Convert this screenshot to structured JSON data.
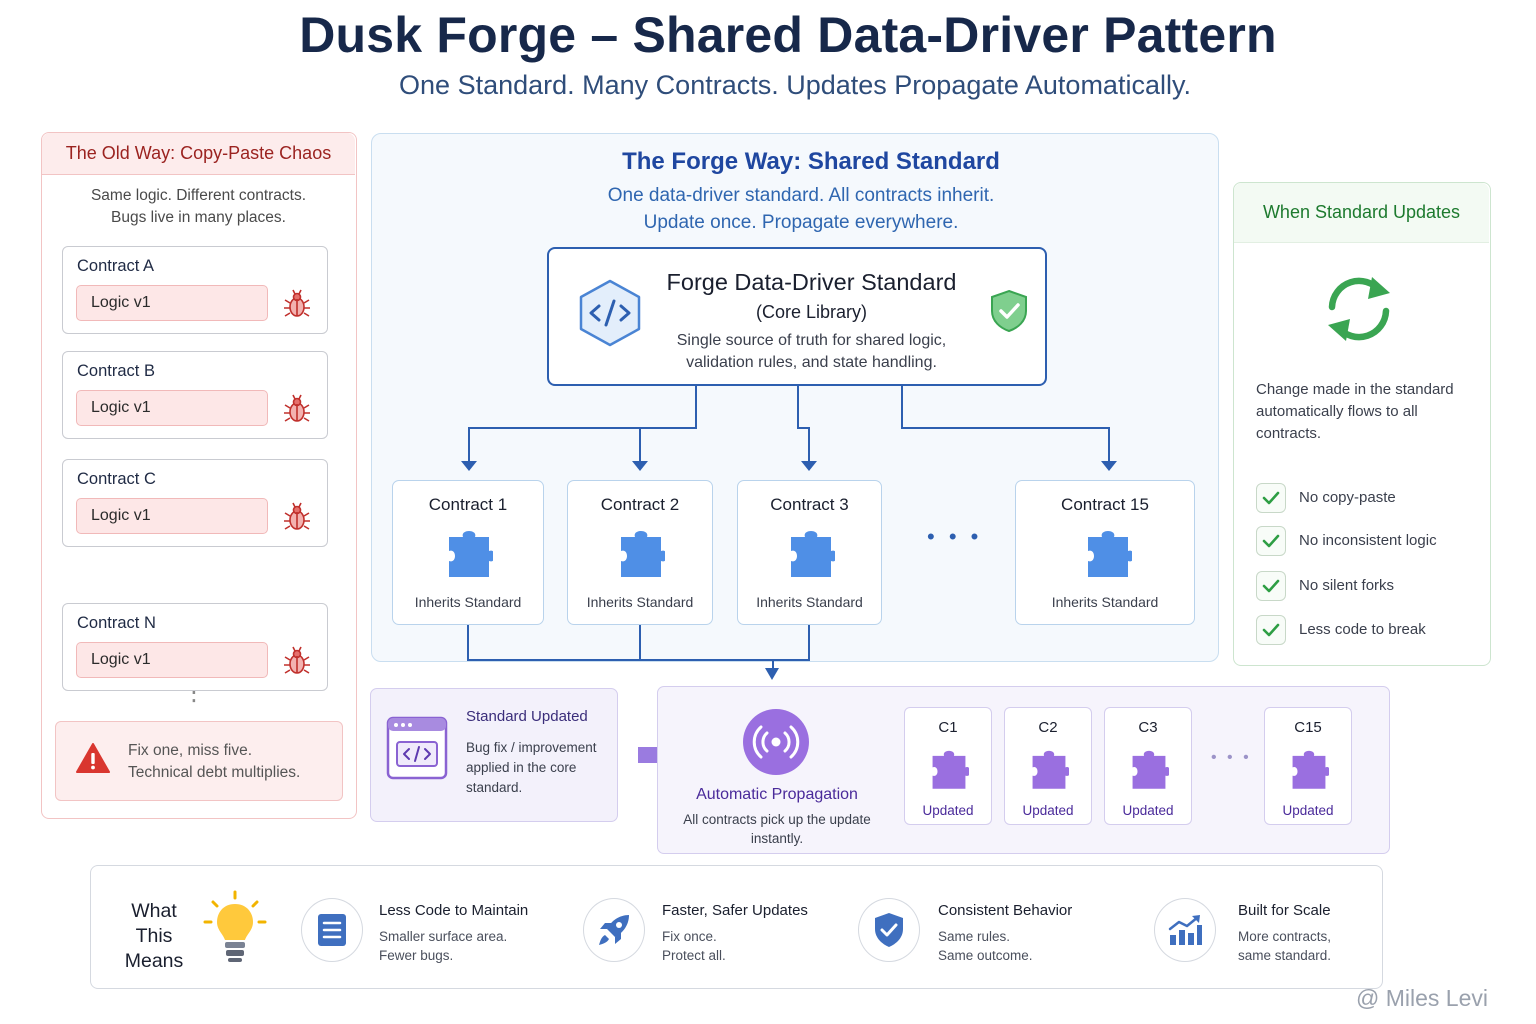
{
  "title": "Dusk Forge – Shared Data-Driver Pattern",
  "subtitle": "One Standard. Many Contracts. Updates Propagate Automatically.",
  "old_way": {
    "header": "The Old Way: Copy-Paste Chaos",
    "desc_line1": "Same logic. Different contracts.",
    "desc_line2": "Bugs live in many places.",
    "contracts": [
      {
        "name": "Contract A",
        "logic": "Logic v1"
      },
      {
        "name": "Contract B",
        "logic": "Logic v1"
      },
      {
        "name": "Contract C",
        "logic": "Logic v1"
      },
      {
        "name": "Contract N",
        "logic": "Logic v1"
      }
    ],
    "dots": "⋮",
    "warn_line1": "Fix one, miss five.",
    "warn_line2": "Technical debt multiplies.",
    "bug_icon": "bug-icon",
    "warn_icon": "warning-icon"
  },
  "forge_way": {
    "title": "The Forge Way: Shared Standard",
    "desc_line1": "One data-driver standard. All contracts inherit.",
    "desc_line2": "Update once. Propagate everywhere.",
    "core": {
      "title": "Forge Data-Driver Standard",
      "subtitle": "(Core Library)",
      "desc_line1": "Single source of truth for shared logic,",
      "desc_line2": "validation rules, and state handling.",
      "icon": "code-hexagon-icon",
      "badge_icon": "shield-check-icon"
    },
    "contracts": [
      {
        "name": "Contract 1",
        "label": "Inherits Standard"
      },
      {
        "name": "Contract 2",
        "label": "Inherits Standard"
      },
      {
        "name": "Contract 3",
        "label": "Inherits Standard"
      },
      {
        "name": "Contract 15",
        "label": "Inherits Standard"
      }
    ],
    "dots": "• • •",
    "accent": "#2d5fb0",
    "puzzle_color": "#4f8fe6"
  },
  "when_updates": {
    "header": "When Standard Updates",
    "desc": "Change made in the standard automatically flows to all contracts.",
    "icon": "sync-icon",
    "checks": [
      "No copy-paste",
      "No inconsistent logic",
      "No silent forks",
      "Less code to break"
    ],
    "check_color": "#2e9e44"
  },
  "standard_updated": {
    "title": "Standard Updated",
    "desc": "Bug fix / improvement applied in the core standard.",
    "icon": "code-window-icon"
  },
  "propagation": {
    "title": "Automatic Propagation",
    "desc": "All contracts pick up the update instantly.",
    "icon": "broadcast-icon",
    "contracts": [
      {
        "name": "C1",
        "status": "Updated"
      },
      {
        "name": "C2",
        "status": "Updated"
      },
      {
        "name": "C3",
        "status": "Updated"
      },
      {
        "name": "C15",
        "status": "Updated"
      }
    ],
    "dots": "• • •",
    "accent": "#8a63d2"
  },
  "what_this_means": {
    "label_line1": "What",
    "label_line2": "This",
    "label_line3": "Means",
    "features": [
      {
        "title": "Less Code to Maintain",
        "line1": "Smaller surface area.",
        "line2": "Fewer bugs.",
        "icon": "document-icon"
      },
      {
        "title": "Faster, Safer Updates",
        "line1": "Fix once.",
        "line2": "Protect all.",
        "icon": "rocket-icon"
      },
      {
        "title": "Consistent Behavior",
        "line1": "Same rules.",
        "line2": "Same outcome.",
        "icon": "shield-check-icon"
      },
      {
        "title": "Built for Scale",
        "line1": "More contracts,",
        "line2": "same standard.",
        "icon": "growth-chart-icon"
      }
    ]
  },
  "watermark": "@ Miles Levi"
}
